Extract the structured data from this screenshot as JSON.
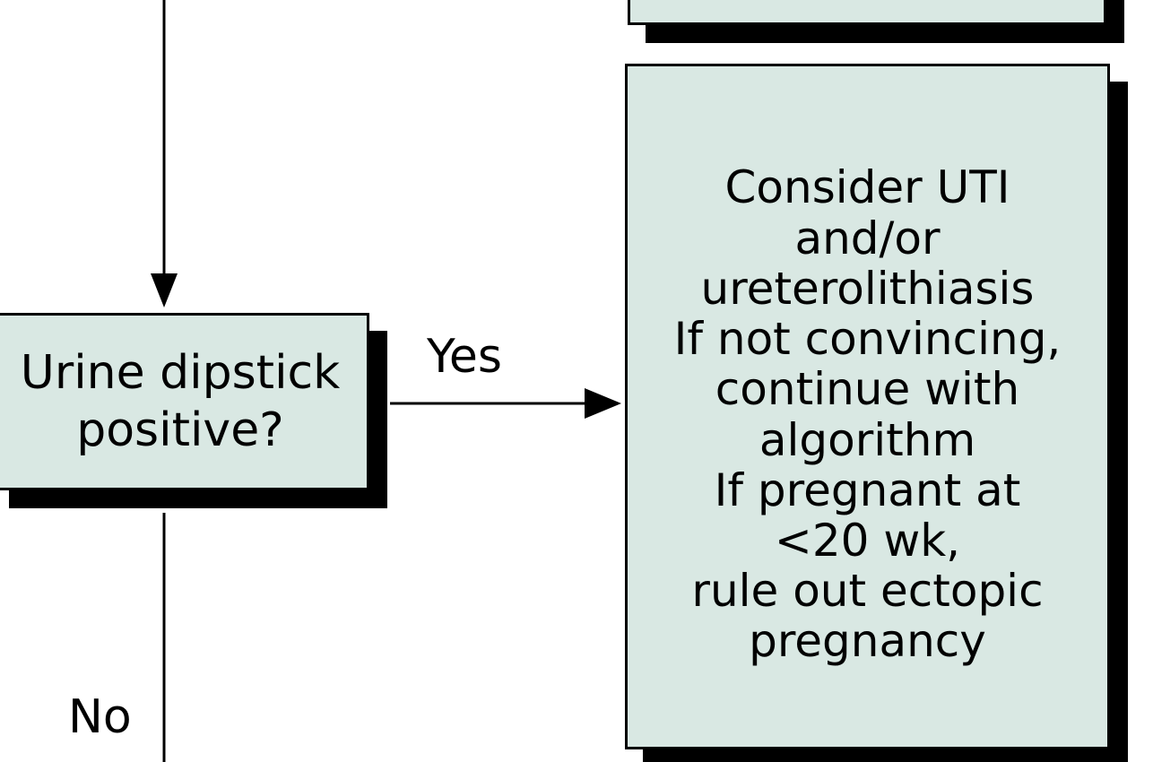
{
  "decision": {
    "lines": [
      "Urine dipstick",
      "positive?"
    ]
  },
  "yes_label": "Yes",
  "no_label": "No",
  "result": {
    "lines": [
      "Consider UTI",
      "and/or",
      "ureterolithiasis",
      "If not convincing,",
      "continue with",
      "algorithm",
      "If pregnant at",
      "<20 wk,",
      "rule out ectopic",
      "pregnancy"
    ]
  },
  "colors": {
    "box_fill": "#d9e8e3",
    "outline": "#000000"
  }
}
